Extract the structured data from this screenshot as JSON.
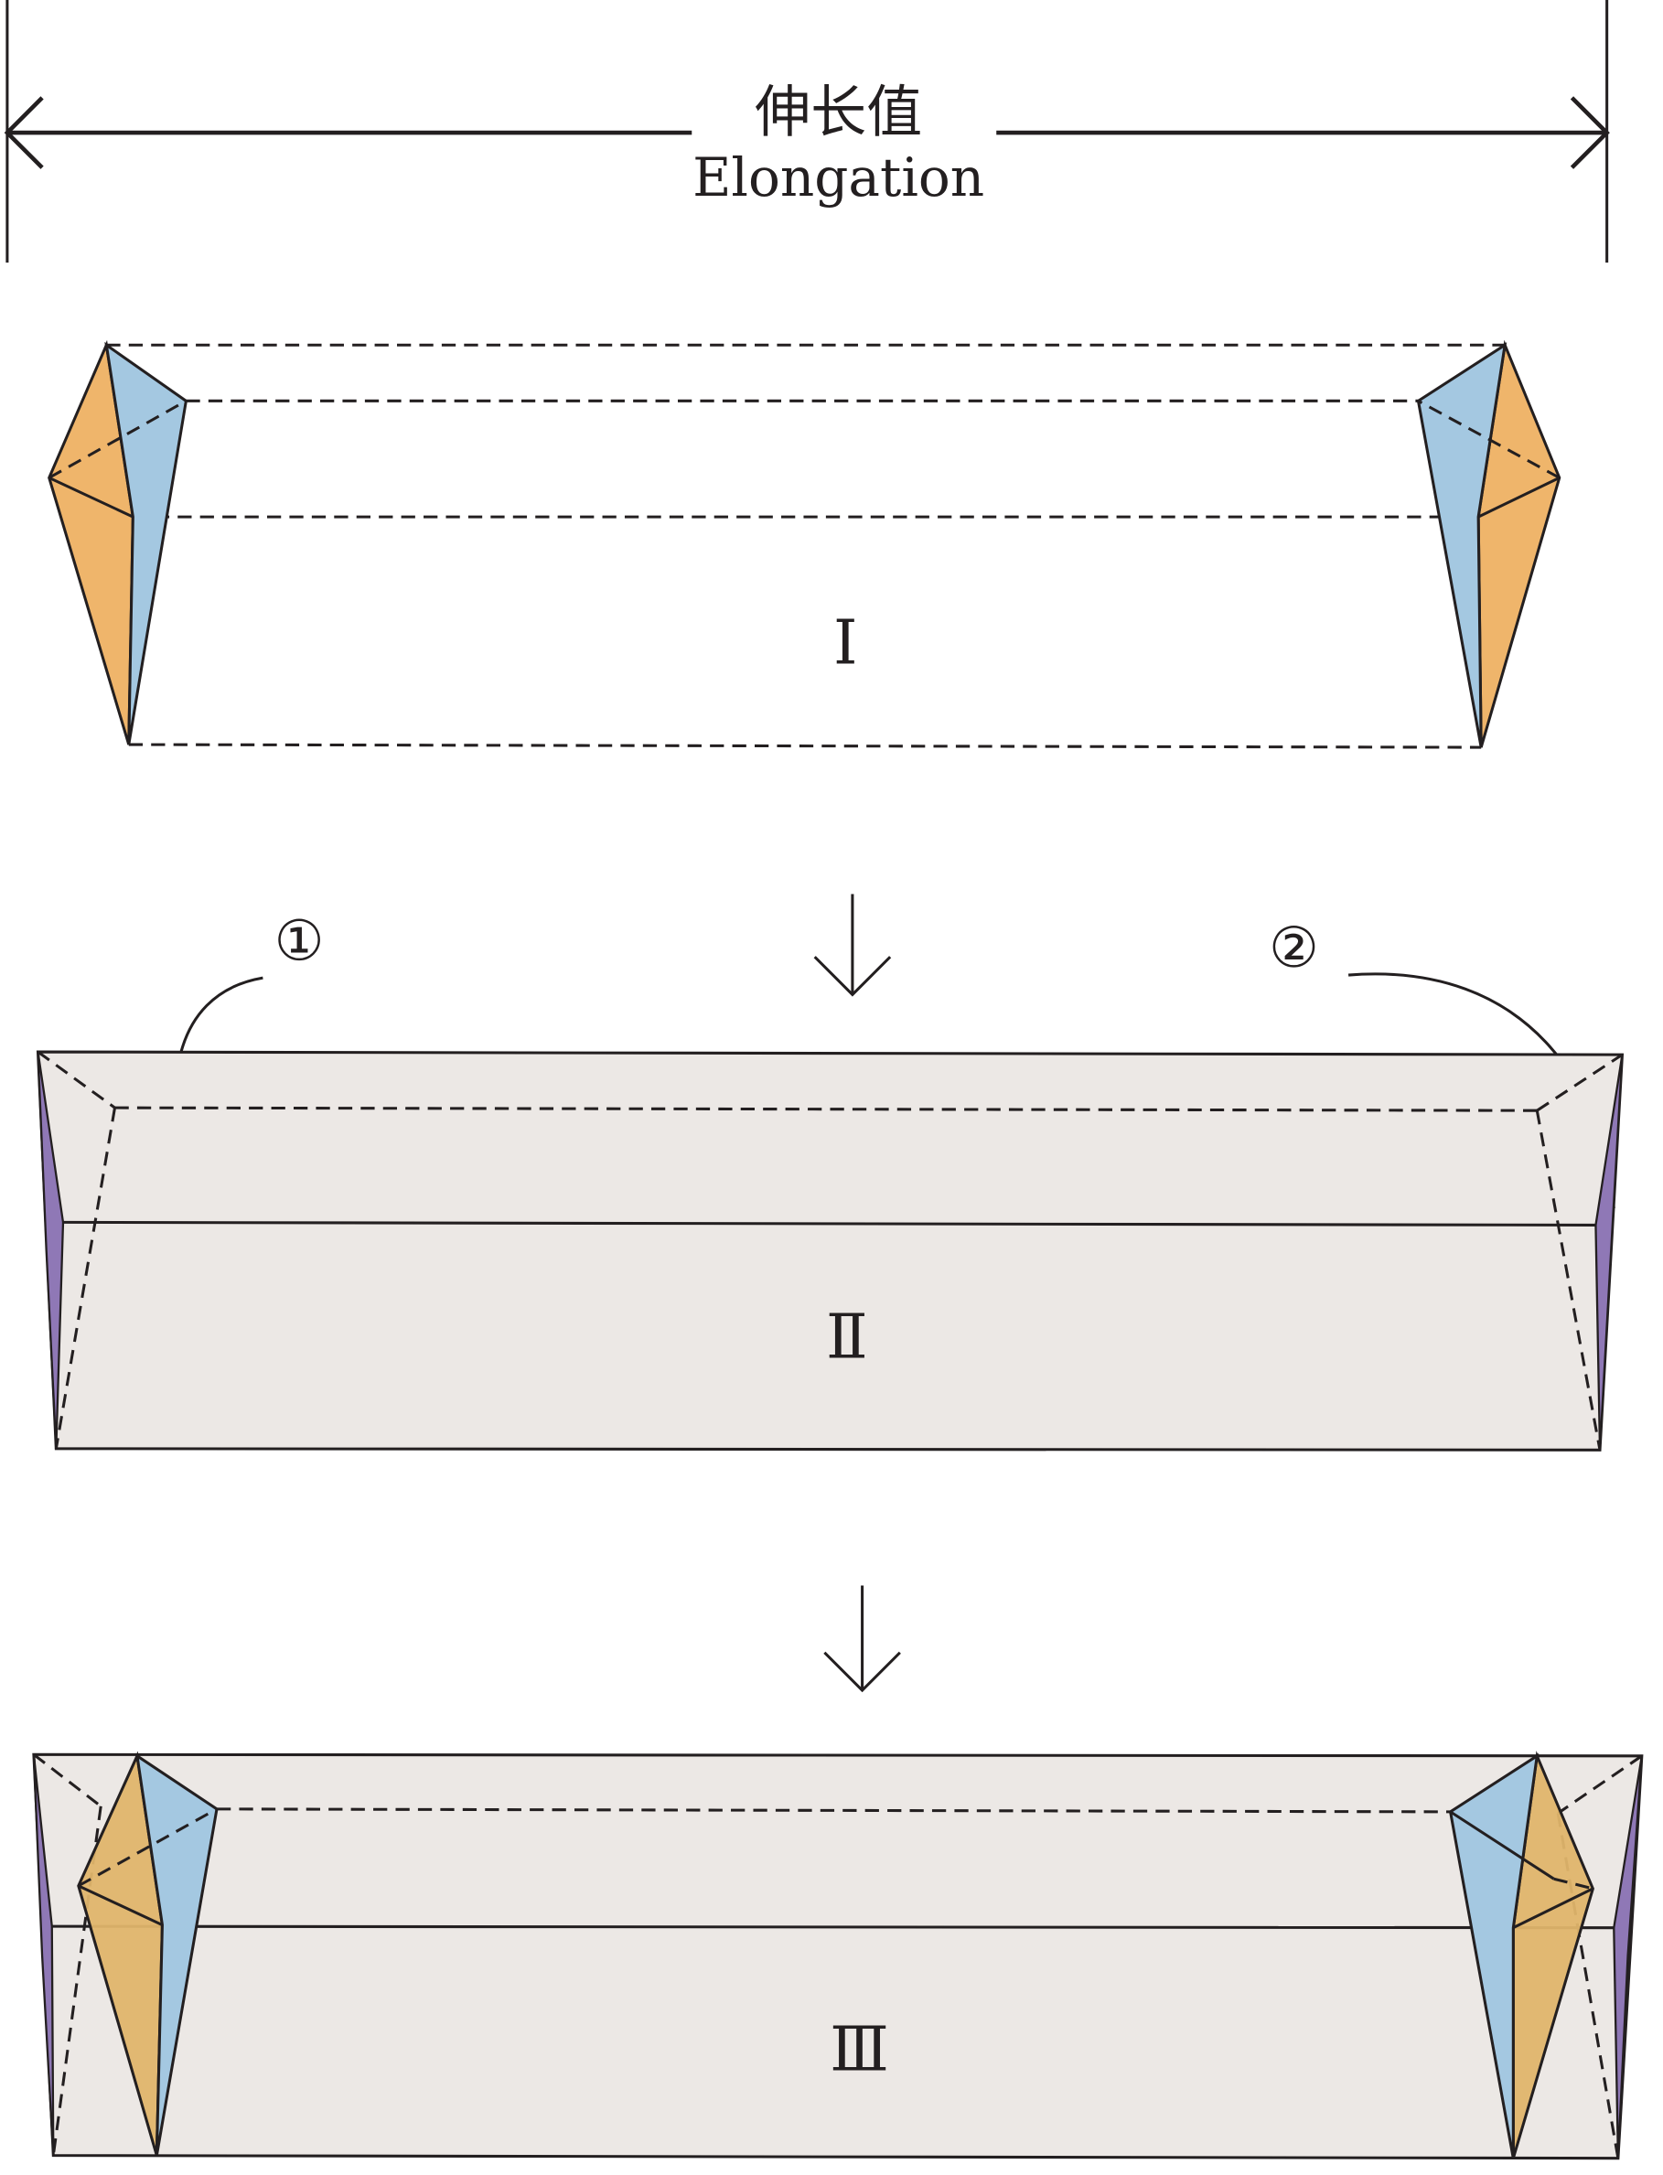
{
  "header": {
    "title_cn": "伸长值",
    "title_en": "Elongation"
  },
  "stages": [
    {
      "label": "Ⅰ"
    },
    {
      "label": "Ⅱ"
    },
    {
      "label": "Ⅲ"
    }
  ],
  "callouts": [
    {
      "label": "①"
    },
    {
      "label": "②"
    }
  ],
  "colors": {
    "orange": "#efb56b",
    "orange_dark": "#e0b56c",
    "blue": "#a4c8e1",
    "purple": "#8f78b6",
    "gray_fill": "#ece8e5",
    "line": "#231f20"
  }
}
